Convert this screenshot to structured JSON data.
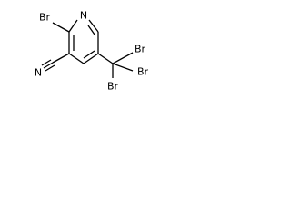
{
  "molecule": {
    "atoms": {
      "n1": "N",
      "br_ring": "Br",
      "n_nitrile": "N",
      "br_a": "Br",
      "br_b": "Br",
      "br_c": "Br"
    }
  },
  "colors": {
    "ink": "#000000",
    "background": "#ffffff"
  }
}
